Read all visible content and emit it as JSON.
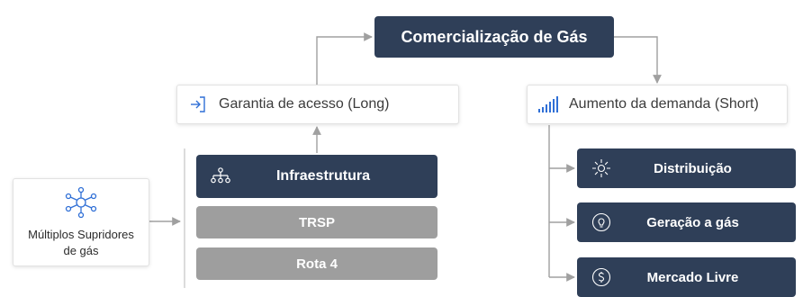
{
  "diagram": {
    "title": "Comercialização de Gás",
    "left_branch": {
      "label": "Garantia de acesso (Long)",
      "icon": "login-arrow-icon"
    },
    "right_branch": {
      "label": "Aumento da demanda (Short)",
      "icon": "bar-chart-icon"
    },
    "supplier": {
      "label_line1": "Múltiplos Supridores",
      "label_line2": "de gás",
      "icon": "network-hub-icon"
    },
    "infrastructure": {
      "label": "Infraestrutura",
      "icon": "org-chart-icon",
      "items": [
        "TRSP",
        "Rota 4"
      ]
    },
    "demand_items": [
      {
        "label": "Distribuição",
        "icon": "sun-burst-icon"
      },
      {
        "label": "Geração a gás",
        "icon": "lightbulb-icon"
      },
      {
        "label": "Mercado Livre",
        "icon": "currency-icon"
      }
    ]
  },
  "colors": {
    "dark_box": "#2f3f58",
    "gray_box": "#9e9e9e",
    "connector": "#a0a0a0",
    "icon_blue": "#2f6fd6"
  }
}
